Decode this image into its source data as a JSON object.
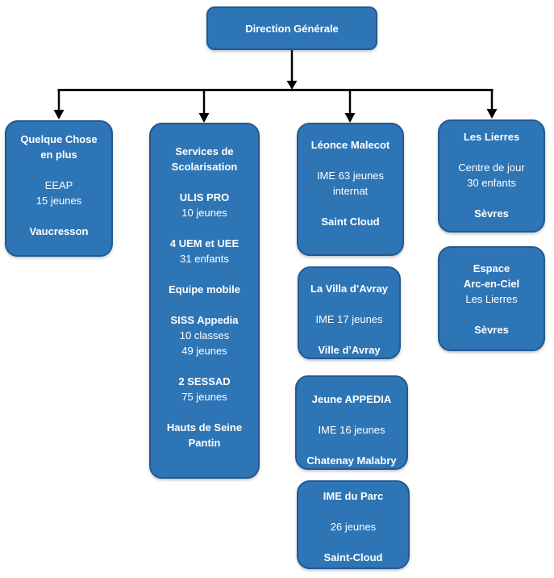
{
  "colors": {
    "box_fill": "#2e75b6",
    "box_border": "#24598f",
    "box_text": "#ffffff",
    "connector": "#000000"
  },
  "root": {
    "label": "Direction Générale"
  },
  "columns": {
    "quelque_chose": {
      "lines": [
        "Quelque Chose",
        "en plus",
        "EEAP",
        "15 jeunes",
        "Vaucresson"
      ]
    },
    "services_scolarisation": {
      "lines": [
        "Services de",
        "Scolarisation",
        "ULIS PRO",
        "10 jeunes",
        "4 UEM et UEE",
        "31 enfants",
        "Equipe mobile",
        "SISS Appedia",
        "10 classes",
        "49 jeunes",
        "2 SESSAD",
        "75 jeunes",
        "Hauts de Seine",
        "Pantin"
      ]
    },
    "leonce_malecot": {
      "lines": [
        "Léonce Malecot",
        "IME 63 jeunes",
        "internat",
        "Saint Cloud"
      ]
    },
    "villa_avray": {
      "lines": [
        "La Villa d’Avray",
        "IME 17 jeunes",
        "Ville d’Avray"
      ]
    },
    "jeune_appedia": {
      "lines": [
        "Jeune APPEDIA",
        "IME 16 jeunes",
        "Chatenay Malabry"
      ]
    },
    "ime_du_parc": {
      "lines": [
        "IME du Parc",
        "26 jeunes",
        "Saint-Cloud"
      ]
    },
    "les_lierres": {
      "lines": [
        "Les Lierres",
        "Centre de jour",
        "30 enfants",
        "Sèvres"
      ]
    },
    "espace_arc_en_ciel": {
      "lines": [
        "Espace",
        "Arc-en-Ciel",
        "Les Lierres",
        "Sèvres"
      ]
    }
  }
}
